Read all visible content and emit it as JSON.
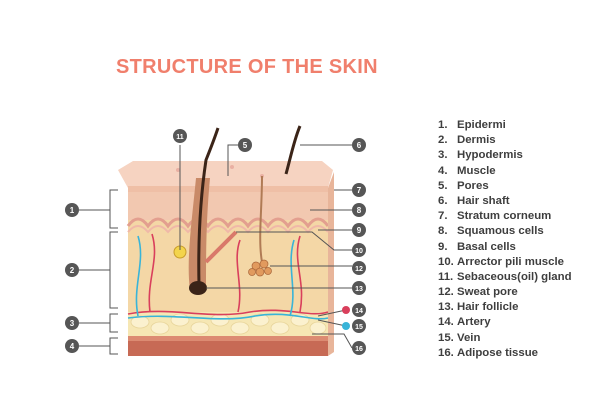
{
  "title": "STRUCTURE OF THE SKIN",
  "colors": {
    "title": "#f07f6c",
    "callout_circle": "#565656",
    "artery": "#d93f5c",
    "vein": "#39b4d8",
    "epidermis": "#f2c8b0",
    "dermis": "#f4d7a6",
    "adipose": "#f6e7b4",
    "muscle": "#c76a55",
    "hair": "#3b2418"
  },
  "legend": [
    {
      "num": "1.",
      "label": "Epidermi"
    },
    {
      "num": "2.",
      "label": "Dermis"
    },
    {
      "num": "3.",
      "label": "Hypodermis"
    },
    {
      "num": "4.",
      "label": "Muscle"
    },
    {
      "num": "5.",
      "label": "Pores"
    },
    {
      "num": "6.",
      "label": "Hair shaft"
    },
    {
      "num": "7.",
      "label": "Stratum corneum"
    },
    {
      "num": "8.",
      "label": "Squamous cells"
    },
    {
      "num": "9.",
      "label": "Basal cells"
    },
    {
      "num": "10.",
      "label": "Arrector pili muscle"
    },
    {
      "num": "11.",
      "label": "Sebaceous(oil) gland"
    },
    {
      "num": "12.",
      "label": "Sweat pore"
    },
    {
      "num": "13.",
      "label": "Hair follicle"
    },
    {
      "num": "14.",
      "label": "Artery"
    },
    {
      "num": "15.",
      "label": "Vein"
    },
    {
      "num": "16.",
      "label": "Adipose tissue"
    }
  ],
  "callouts": {
    "c1": "1",
    "c2": "2",
    "c3": "3",
    "c4": "4",
    "c5": "5",
    "c6": "6",
    "c7": "7",
    "c8": "8",
    "c9": "9",
    "c10": "10",
    "c11": "11",
    "c12": "12",
    "c13": "13",
    "c14": "14",
    "c15": "15",
    "c16": "16"
  }
}
